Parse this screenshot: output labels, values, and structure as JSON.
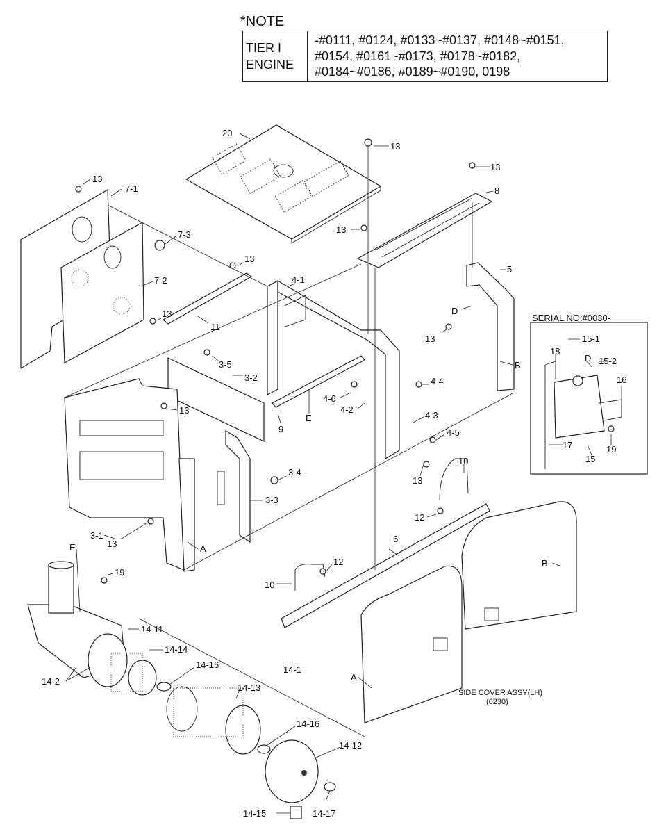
{
  "note": {
    "title": "*NOTE",
    "engine_label_line1": "TIER I",
    "engine_label_line2": "ENGINE",
    "serials_line1": "-#0111, #0124, #0133~#0137, #0148~#0151,",
    "serials_line2": "#0154, #0161~#0173, #0178~#0182,",
    "serials_line3": "#0184~#0186, #0189~#0190, 0198"
  },
  "inset": {
    "title": "SERIAL NO:#0030-"
  },
  "side_cover": {
    "title": "SIDE COVER ASSY(LH)",
    "code": "(6230)"
  },
  "callouts": {
    "c20": "20",
    "c13a": "13",
    "c13b": "13",
    "c8": "8",
    "c13c": "13",
    "c13d": "13",
    "c7_1": "7-1",
    "c7_3": "7-3",
    "c7_2": "7-2",
    "c13e": "13",
    "c11": "11",
    "c13f": "13",
    "c4_1": "4-1",
    "c5": "5",
    "cD1": "D",
    "c13g": "13",
    "cB1": "B",
    "c3_5": "3-5",
    "c3_2": "3-2",
    "c4_6": "4-6",
    "c4_4": "4-4",
    "c4_2": "4-2",
    "c4_3": "4-3",
    "cE1": "E",
    "c9": "9",
    "c13h": "13",
    "c4_5": "4-5",
    "c3_4": "3-4",
    "c3_3": "3-3",
    "c13i": "13",
    "c10a": "10",
    "c12a": "12",
    "c3_1": "3-1",
    "c13j": "13",
    "cA1": "A",
    "c6": "6",
    "c12b": "12",
    "c10b": "10",
    "cE2": "E",
    "c19a": "19",
    "c14_11": "14-11",
    "c14_14": "14-14",
    "c14_16a": "14-16",
    "c14_1": "14-1",
    "c14_2": "14-2",
    "c14_13": "14-13",
    "c14_16b": "14-16",
    "c14_12": "14-12",
    "c14_15": "14-15",
    "c14_17": "14-17",
    "cB2": "B",
    "cA2": "A",
    "c15_1": "15-1",
    "c18": "18",
    "cD2": "D",
    "c15_2": "15-2",
    "c16": "16",
    "c17": "17",
    "c15": "15",
    "c19b": "19"
  }
}
